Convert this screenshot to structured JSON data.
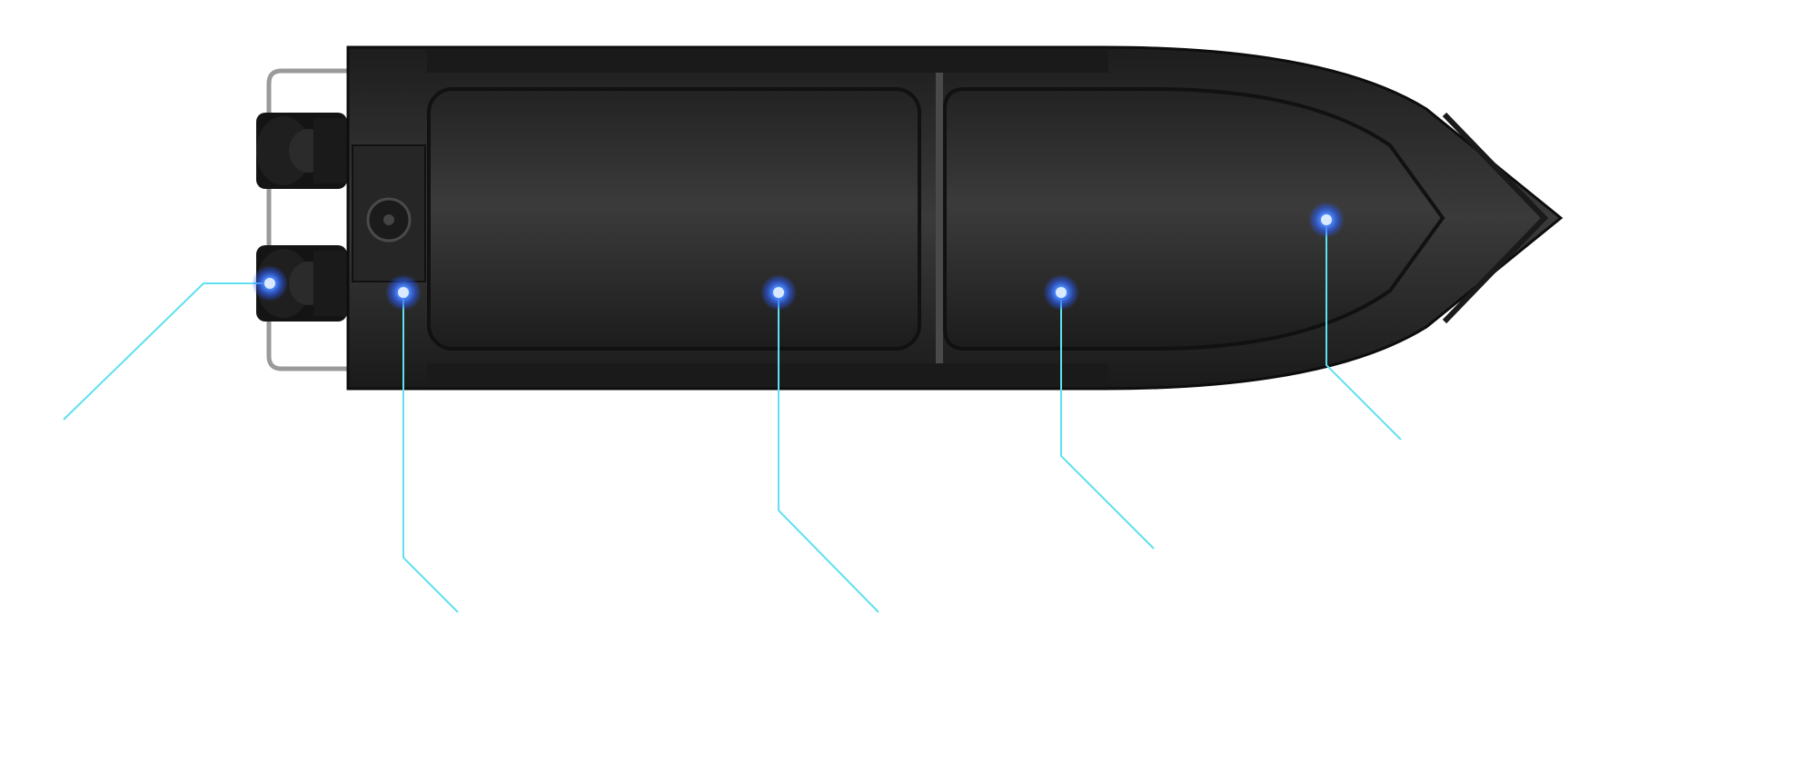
{
  "colors": {
    "background": "#ffffff",
    "hull": "#2a2a2a",
    "hull_dark": "#151515",
    "deck": "#333333",
    "rail": "#9a9a9a",
    "leader_line": "#5fe0f0",
    "hotspot": "#3a7dff"
  },
  "icons": {
    "hotspot": "glowing-dot",
    "motor": "outboard-motor",
    "hatch": "round-hatch"
  },
  "hotspots": [
    {
      "id": "motors"
    },
    {
      "id": "rear-deck"
    },
    {
      "id": "aft-compartment"
    },
    {
      "id": "fore-compartment"
    },
    {
      "id": "bow"
    }
  ]
}
